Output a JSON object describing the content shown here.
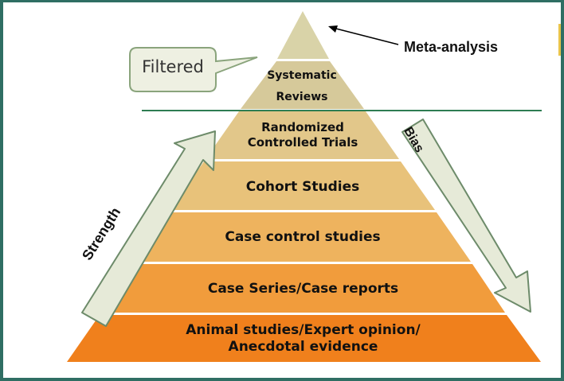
{
  "pyramid": {
    "levels": [
      {
        "label": "Systematic\nReviews",
        "color": "#d6c99a"
      },
      {
        "label": "Randomized\nControlled Trials",
        "color": "#e2c78a"
      },
      {
        "label": "Cohort Studies",
        "color": "#e8c27a"
      },
      {
        "label": "Case control studies",
        "color": "#eeb35e"
      },
      {
        "label": "Case Series/Case reports",
        "color": "#f19c3c"
      },
      {
        "label": "Animal studies/Expert opinion/\nAnecdotal evidence",
        "color": "#f0801c"
      }
    ],
    "apex_color": "#d9d3a8"
  },
  "annotations": {
    "meta_analysis": "Meta-analysis",
    "filtered": "Filtered",
    "strength": "Strength",
    "bias": "Bias"
  },
  "colors": {
    "frame": "#2f6e63",
    "divider": "#2e7d52",
    "arrow_fill": "#e6ead8",
    "arrow_stroke": "#6d8b6a"
  }
}
